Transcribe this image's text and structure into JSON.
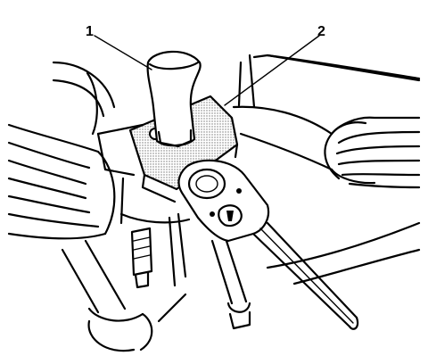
{
  "callouts": [
    {
      "id": "1",
      "label": "1"
    },
    {
      "id": "2",
      "label": "2"
    }
  ],
  "colors": {
    "line": "#000000",
    "background": "#ffffff",
    "stipple": "#808080"
  }
}
